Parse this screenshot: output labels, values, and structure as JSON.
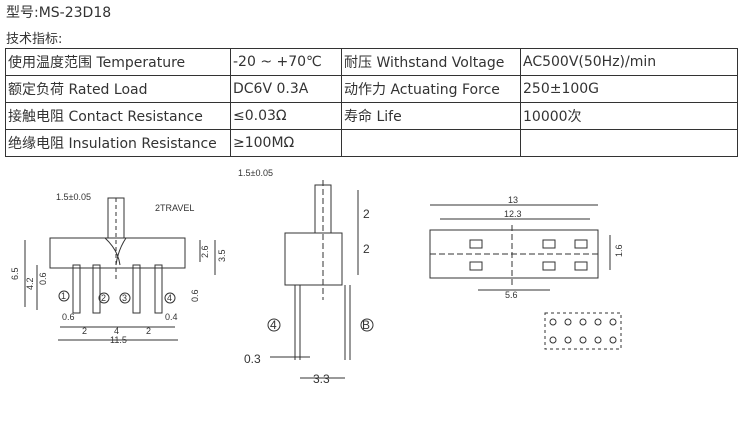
{
  "model": "型号:MS-23D18",
  "spec_heading": "技术指标:",
  "table": [
    [
      "使用温度范围 Temperature",
      "-20 ~ +70℃",
      "耐压 Withstand Voltage",
      "AC500V(50Hz)/min"
    ],
    [
      "额定负荷 Rated Load",
      "DC6V 0.3A",
      "动作力 Actuating Force",
      "250±100G"
    ],
    [
      "接触电阻 Contact Resistance",
      "≤0.03Ω",
      "寿命 Life",
      "10000次"
    ],
    [
      "绝缘电阻 Insulation Resistance",
      "≥100MΩ",
      "",
      ""
    ]
  ],
  "drawing_front": {
    "shaft": "1.5±0.05",
    "travel": "2TRAVEL",
    "h65": "6.5",
    "h42": "4.2",
    "h06a": "0.6",
    "h26": "2.6",
    "h35": "3.5",
    "h06b": "0.6",
    "w06": "0.6",
    "w04": "0.4",
    "p1": "2",
    "p2": "4",
    "p3": "2",
    "total": "11.5",
    "pins": [
      "1",
      "2",
      "3",
      "4"
    ]
  },
  "drawing_side": {
    "shaft": "1.5±0.05",
    "h1": "2",
    "h2": "2",
    "pinA": "4",
    "pinB": "B",
    "w03": "0.3",
    "w33": "3.3"
  },
  "drawing_top": {
    "w13": "13",
    "w123": "12.3",
    "w56": "5.6",
    "h16": "1.6"
  }
}
